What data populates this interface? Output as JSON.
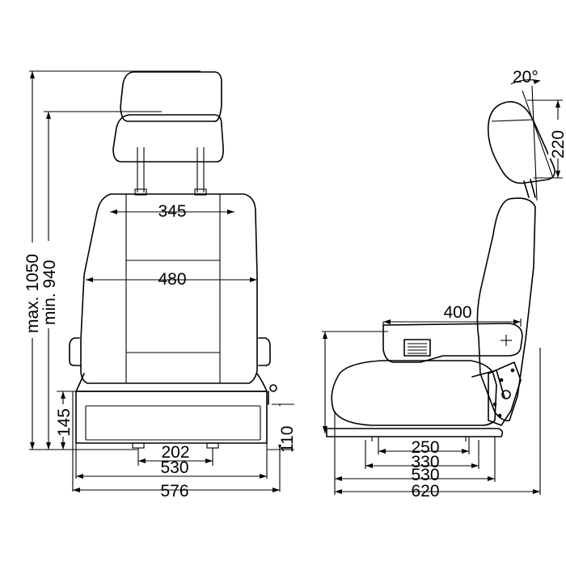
{
  "front_view": {
    "dims": {
      "headrest_width": "345",
      "back_width": "480",
      "rail_spacing": "202",
      "base_width": "530",
      "overall_width": "576",
      "height_max": "max. 1050",
      "height_min": "min. 940",
      "base_height": "145",
      "rail_height": "110"
    }
  },
  "side_view": {
    "dims": {
      "headrest_angle": "20°",
      "headrest_travel": "220",
      "armrest_length": "400",
      "rail_span_a": "250",
      "rail_span_b": "330",
      "seat_depth": "530",
      "overall_depth": "620"
    }
  }
}
